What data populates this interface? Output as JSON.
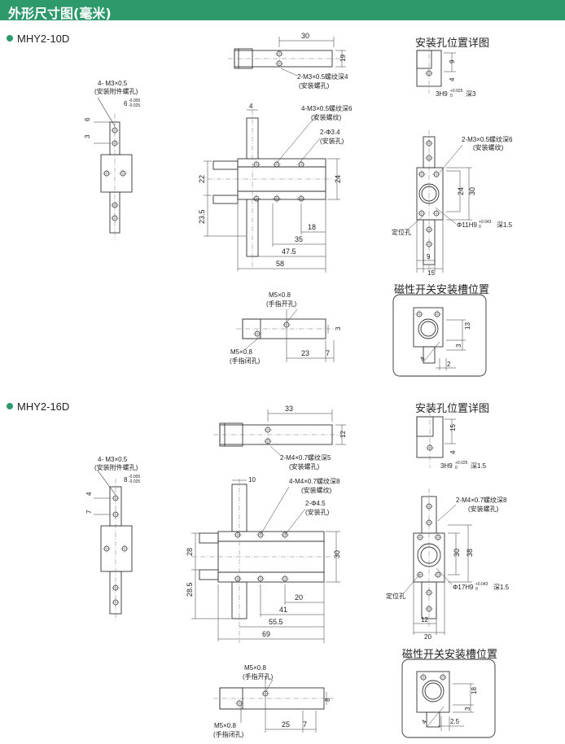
{
  "header": {
    "title": "外形尺寸图(毫米)"
  },
  "colors": {
    "accent": "#2e9a6b",
    "line": "#333333",
    "dash": "#777777"
  },
  "section1": {
    "model": "MHY2-10D",
    "detail_title": "安装孔位置详图",
    "switch_title": "磁性开关安装槽位置",
    "labels": {
      "a": "4- M3×0.5",
      "a2": "(安装附件螺孔)",
      "tol": "6",
      "tol_sup": "-0.005",
      "tol_sub": "-0.025",
      "d6a": "6",
      "d6b": "3",
      "d30": "30",
      "d19": "19",
      "t1": "2-M3×0.5螺纹深4",
      "t1b": "(安装螺孔)",
      "d4": "4",
      "t2": "4-M3×0.5螺纹深6",
      "t2b": "(安装螺纹)",
      "t3": "2-Φ3.4",
      "t3b": "(安装孔)",
      "d22": "22",
      "d24": "24",
      "d23_5": "23.5",
      "d18": "18",
      "d35": "35",
      "d47_5": "47.5",
      "d58": "58",
      "m1": "M5×0.8",
      "m1b": "(手指开孔)",
      "d3": "3",
      "m2": "M5×0.8",
      "m2b": "(手指闭孔)",
      "d23": "23",
      "d7": "7",
      "hd9": "9",
      "hd4": "4",
      "hd3h9": "3H9",
      "hd3h9_sup": "+0.025",
      "hd3h9_sub": "0",
      "hd_deep": "深3",
      "ht1": "2-M3×0.5螺纹深6",
      "ht1b": "(安装螺纹)",
      "hd24": "24",
      "hd30": "30",
      "hphi": "Φ11H9",
      "hphi_sup": "+0.043",
      "hphi_sub": "0",
      "hphi_deep": "深1.5",
      "hpin": "定位孔",
      "hd9b": "9",
      "hd15": "15",
      "s13": "13",
      "s3": "3",
      "s4": "4",
      "s2": "2"
    }
  },
  "section2": {
    "model": "MHY2-16D",
    "detail_title": "安装孔位置详图",
    "switch_title": "磁性开关安装槽位置",
    "labels": {
      "a": "4- M3×0.5",
      "a2": "(安装附件螺孔)",
      "tol": "8",
      "tol_sup": "-0.005",
      "tol_sub": "-0.025",
      "d6a": "4",
      "d6b": "7",
      "d30": "33",
      "d19": "12",
      "t1": "2-M4×0.7螺纹深5",
      "t1b": "(安装螺孔)",
      "d4": "10",
      "t2": "4-M4×0.7螺纹深8",
      "t2b": "(安装螺纹)",
      "t3": "2-Φ4.5",
      "t3b": "(安装孔)",
      "d22": "28",
      "d24": "30",
      "d23_5": "28.5",
      "d18": "20",
      "d35": "41",
      "d47_5": "55.5",
      "d58": "69",
      "m1": "M5×0.8",
      "m1b": "(手指开孔)",
      "d3": "8",
      "m2": "M5×0.8",
      "m2b": "(手指闭孔)",
      "d23": "25",
      "d7": "7",
      "hd9": "15",
      "hd4": "4",
      "hd3h9": "3H9",
      "hd3h9_sup": "+0.025",
      "hd3h9_sub": "0",
      "hd_deep": "深1.5",
      "ht1": "2-M4×0.7螺纹深8",
      "ht1b": "(安装螺孔)",
      "hd24": "30",
      "hd30": "38",
      "hphi": "Φ17H9",
      "hphi_sup": "+0.043",
      "hphi_sub": "0",
      "hphi_deep": "深1.5",
      "hpin": "定位孔",
      "hd9b": "12",
      "hd15": "20",
      "s13": "18",
      "s3": "3",
      "s4": "4",
      "s2": "2.5"
    }
  }
}
